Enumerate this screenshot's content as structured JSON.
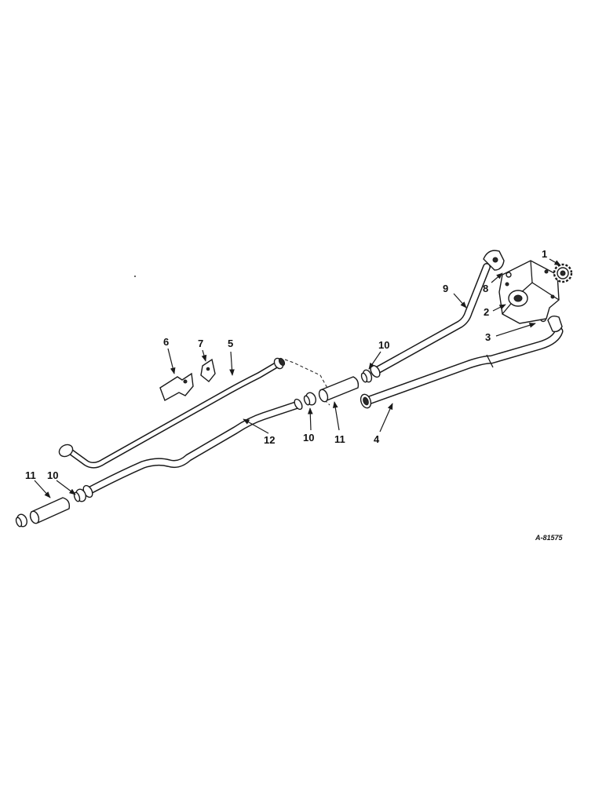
{
  "drawing_ref": "A-81575",
  "callouts": [
    {
      "id": "c1",
      "text": "1"
    },
    {
      "id": "c2",
      "text": "2"
    },
    {
      "id": "c3",
      "text": "3"
    },
    {
      "id": "c4",
      "text": "4"
    },
    {
      "id": "c5",
      "text": "5"
    },
    {
      "id": "c6",
      "text": "6"
    },
    {
      "id": "c7",
      "text": "7"
    },
    {
      "id": "c8",
      "text": "8"
    },
    {
      "id": "c9",
      "text": "9"
    },
    {
      "id": "c10a",
      "text": "10"
    },
    {
      "id": "c10b",
      "text": "10"
    },
    {
      "id": "c10c",
      "text": "10"
    },
    {
      "id": "c11a",
      "text": "11"
    },
    {
      "id": "c11b",
      "text": "11"
    },
    {
      "id": "c12",
      "text": "12"
    }
  ]
}
